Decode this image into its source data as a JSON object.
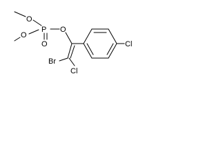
{
  "molecule": {
    "atoms": {
      "o_methoxy_upper": "O",
      "o_methoxy_lower": "O",
      "phosphorus": "P",
      "o_double": "O",
      "o_ester": "O",
      "chlorine_aryl": "Cl",
      "bromine": "Br",
      "chlorine_vinyl": "Cl"
    }
  },
  "colors": {
    "ink": "#000000",
    "background": "#ffffff"
  }
}
